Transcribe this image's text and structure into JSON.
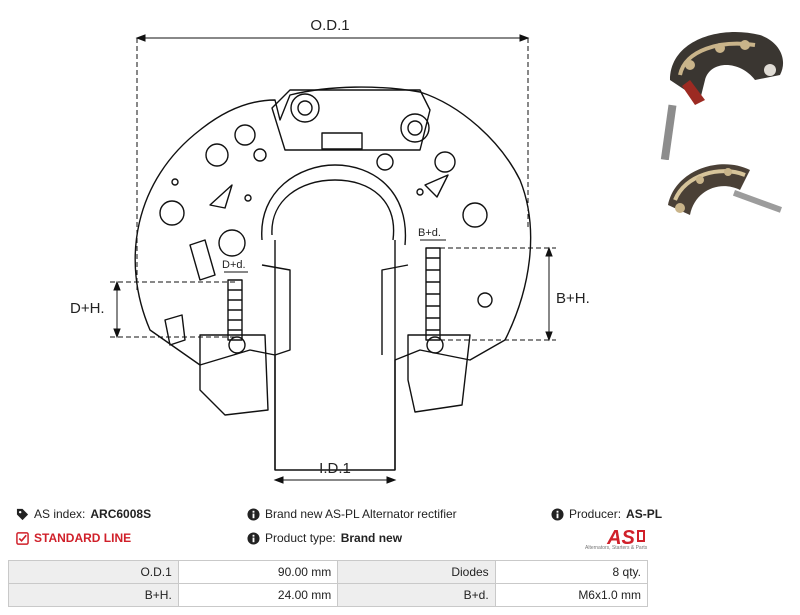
{
  "drawing": {
    "od_label": "O.D.1",
    "id_label": "I.D.1",
    "dh_label": "D+H.",
    "bh_label": "B+H.",
    "dd_label": "D+d.",
    "bd_label": "B+d."
  },
  "info": {
    "as_index_label": "AS index:",
    "as_index_value": "ARC6008S",
    "description": "Brand new AS-PL Alternator rectifier",
    "producer_label": "Producer:",
    "producer_value": "AS-PL",
    "line_label": "STANDARD LINE",
    "product_type_label": "Product type:",
    "product_type_value": "Brand new"
  },
  "logo": {
    "text": "AS",
    "subtitle": "Alternators, Starters & Parts",
    "color": "#d0202a"
  },
  "specs": [
    [
      "O.D.1",
      "90.00 mm",
      "Diodes",
      "8 qty."
    ],
    [
      "B+H.",
      "24.00 mm",
      "B+d.",
      "M6x1.0 mm"
    ]
  ]
}
